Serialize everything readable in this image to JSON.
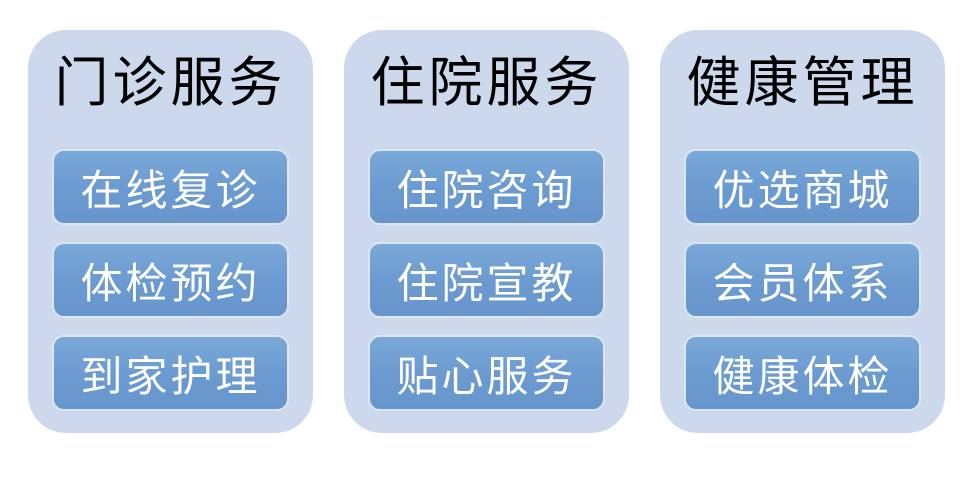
{
  "diagram": {
    "columns": [
      {
        "title": "门诊服务",
        "items": [
          "在线复诊",
          "体检预约",
          "到家护理"
        ]
      },
      {
        "title": "住院服务",
        "items": [
          "住院咨询",
          "住院宣教",
          "贴心服务"
        ]
      },
      {
        "title": "健康管理",
        "items": [
          "优选商城",
          "会员体系",
          "健康体检"
        ]
      }
    ]
  },
  "colors": {
    "page_background": "#ffffff",
    "card_background": "#ccd9ec",
    "button_fill_top": "#7aa8d8",
    "button_fill_bottom": "#6696cc",
    "button_border": "#dce6f3",
    "title_text": "#000000",
    "button_text": "#ffffff"
  }
}
